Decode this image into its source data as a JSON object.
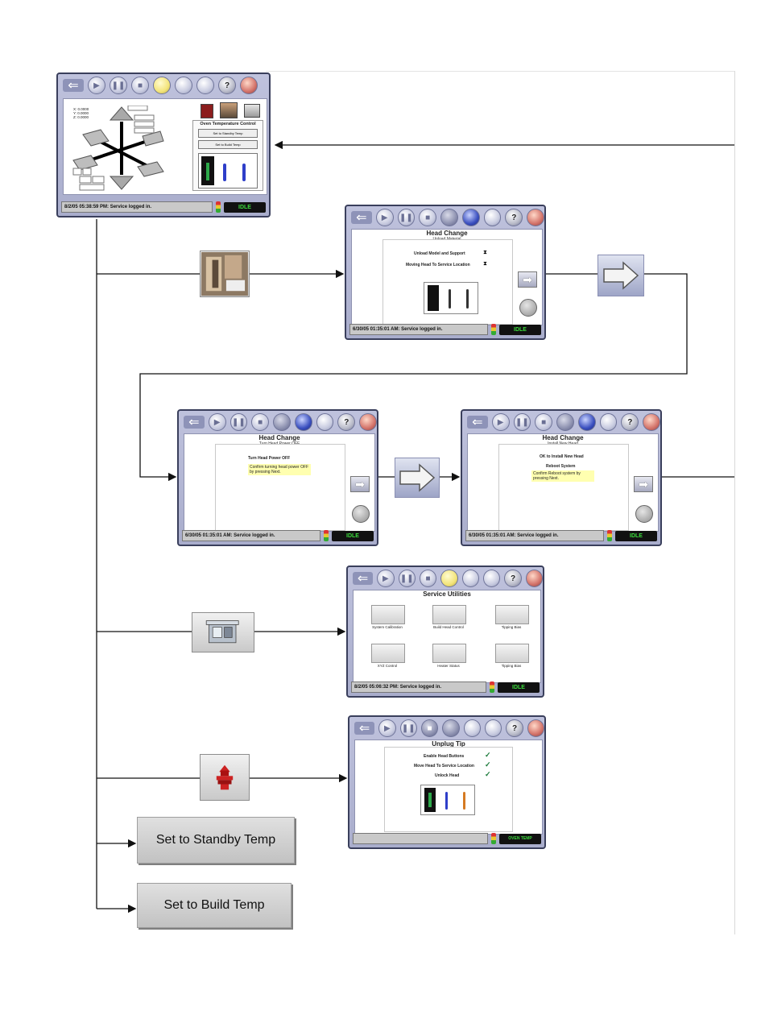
{
  "main_screen": {
    "coord_readout": [
      "X: 0.0000",
      "Y: 0.0000",
      "Z: 0.0000"
    ],
    "oven_title": "Oven Temperature Control",
    "standby_btn": "Set to Standby Temp",
    "build_btn": "Set to Build Temp",
    "status": "8/2/05 05:38:59 PM: Service logged in.",
    "state": "IDLE"
  },
  "head_change_1": {
    "title": "Head Change",
    "subtitle": "Unload Material",
    "line1": "Unload Model and Support",
    "line2": "Moving Head To Service Location",
    "status": "6/30/05 01:35:01 AM: Service logged in.",
    "state": "IDLE"
  },
  "head_change_2": {
    "title": "Head Change",
    "subtitle": "Turn Head Power OFF",
    "line1": "Turn Head Power OFF",
    "note": "Confirm turning head power OFF by pressing Next.",
    "status": "6/30/05 01:35:01 AM: Service logged in.",
    "state": "IDLE"
  },
  "head_change_3": {
    "title": "Head Change",
    "subtitle": "Install New Head",
    "line1": "OK to Install New Head",
    "line2": "Reboot System",
    "note": "Confirm Reboot system by pressing Next.",
    "status": "6/30/05 01:35:01 AM: Service logged in.",
    "state": "IDLE"
  },
  "service_utilities": {
    "title": "Service Utilities",
    "items": [
      "System Calibration",
      "Build Head Control",
      "Tipping Bias",
      "XYZ Control",
      "Heater Status",
      "Tipping Bias"
    ],
    "status": "8/2/05 05:06:32 PM: Service logged in.",
    "state": "IDLE"
  },
  "unplug_tip": {
    "title": "Unplug Tip",
    "line1": "Enable Head Buttons",
    "line2": "Move Head To Service Location",
    "line3": "Unlock Head",
    "status": "",
    "state": "OVEN TEMP"
  },
  "buttons": {
    "standby": "Set to Standby Temp",
    "build": "Set to Build Temp"
  },
  "colors": {
    "screen_bg": "#b4b8d6",
    "idle_text": "#3cdc3c",
    "note_bg": "#ffffb0",
    "button_bg": "#cfcfcf"
  }
}
